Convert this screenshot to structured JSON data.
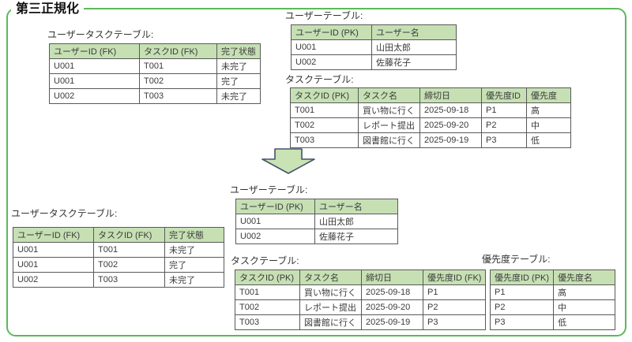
{
  "page": {
    "title": "第三正規化"
  },
  "colors": {
    "frame_green": "#5cb85c",
    "header_green": "#c6e0b4",
    "table_border": "#595959",
    "arrow_fill": "#c9e3b5",
    "arrow_stroke": "#44546a"
  },
  "arrow": {
    "icon": "down-block-arrow"
  },
  "top": {
    "user_task_table": {
      "label": "ユーザータスクテーブル:",
      "headers": [
        "ユーザーID (FK)",
        "タスクID (FK)",
        "完了状態"
      ],
      "rows": [
        [
          "U001",
          "T001",
          "未完了"
        ],
        [
          "U001",
          "T002",
          "完了"
        ],
        [
          "U002",
          "T003",
          "未完了"
        ]
      ]
    },
    "user_table": {
      "label": "ユーザーテーブル:",
      "headers": [
        "ユーザーID (PK)",
        "ユーザー名"
      ],
      "rows": [
        [
          "U001",
          "山田太郎"
        ],
        [
          "U002",
          "佐藤花子"
        ]
      ]
    },
    "task_table": {
      "label": "タスクテーブル:",
      "headers": [
        "タスクID (PK)",
        "タスク名",
        "締切日",
        "優先度ID",
        "優先度"
      ],
      "rows": [
        [
          "T001",
          "買い物に行く",
          "2025-09-18",
          "P1",
          "高"
        ],
        [
          "T002",
          "レポート提出",
          "2025-09-20",
          "P2",
          "中"
        ],
        [
          "T003",
          "図書館に行く",
          "2025-09-19",
          "P3",
          "低"
        ]
      ]
    }
  },
  "bottom": {
    "user_task_table": {
      "label": "ユーザータスクテーブル:",
      "headers": [
        "ユーザーID (FK)",
        "タスクID (FK)",
        "完了状態"
      ],
      "rows": [
        [
          "U001",
          "T001",
          "未完了"
        ],
        [
          "U001",
          "T002",
          "完了"
        ],
        [
          "U002",
          "T003",
          "未完了"
        ]
      ]
    },
    "user_table": {
      "label": "ユーザーテーブル:",
      "headers": [
        "ユーザーID (PK)",
        "ユーザー名"
      ],
      "rows": [
        [
          "U001",
          "山田太郎"
        ],
        [
          "U002",
          "佐藤花子"
        ]
      ]
    },
    "task_table": {
      "label": "タスクテーブル:",
      "headers": [
        "タスクID (PK)",
        "タスク名",
        "締切日",
        "優先度ID (FK)"
      ],
      "rows": [
        [
          "T001",
          "買い物に行く",
          "2025-09-18",
          "P1"
        ],
        [
          "T002",
          "レポート提出",
          "2025-09-20",
          "P2"
        ],
        [
          "T003",
          "図書館に行く",
          "2025-09-19",
          "P3"
        ]
      ]
    },
    "priority_table": {
      "label": "優先度テーブル:",
      "headers": [
        "優先度ID (PK)",
        "優先度名"
      ],
      "rows": [
        [
          "P1",
          "高"
        ],
        [
          "P2",
          "中"
        ],
        [
          "P3",
          "低"
        ]
      ]
    }
  }
}
